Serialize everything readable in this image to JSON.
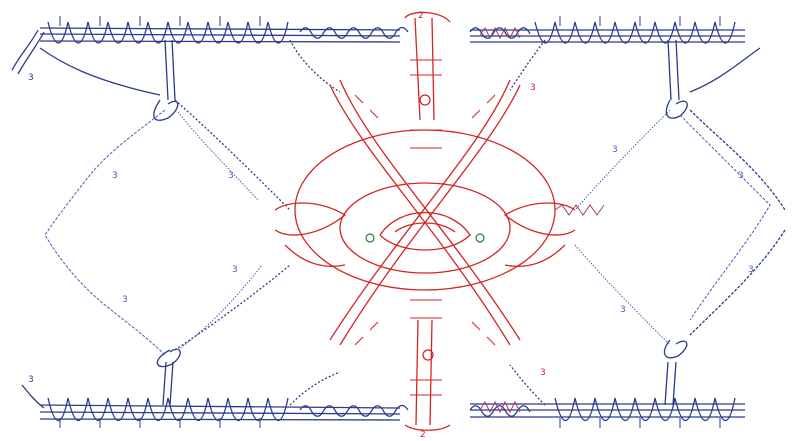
{
  "diagram": {
    "colors": {
      "background": "#ffffff",
      "blue": "#2b3b8c",
      "blue_light": "#4a5fb8",
      "red": "#d42525",
      "mixed": "#a83a6a",
      "dot_green": "#2a7a3a"
    },
    "labels": {
      "top_left_3": "3",
      "top_center_2": "2",
      "left_diamond_3": "3",
      "left_diamond_3b": "3",
      "left_lower_3": "3",
      "left_lower_3b": "3",
      "bottom_left_3": "3",
      "red_top_3": "3",
      "red_bottom_3": "3",
      "bottom_center_2": "2",
      "right_diamond_3": "3",
      "right_diamond_3b": "3",
      "right_lower_3": "3",
      "right_lower_3b": "3"
    }
  }
}
